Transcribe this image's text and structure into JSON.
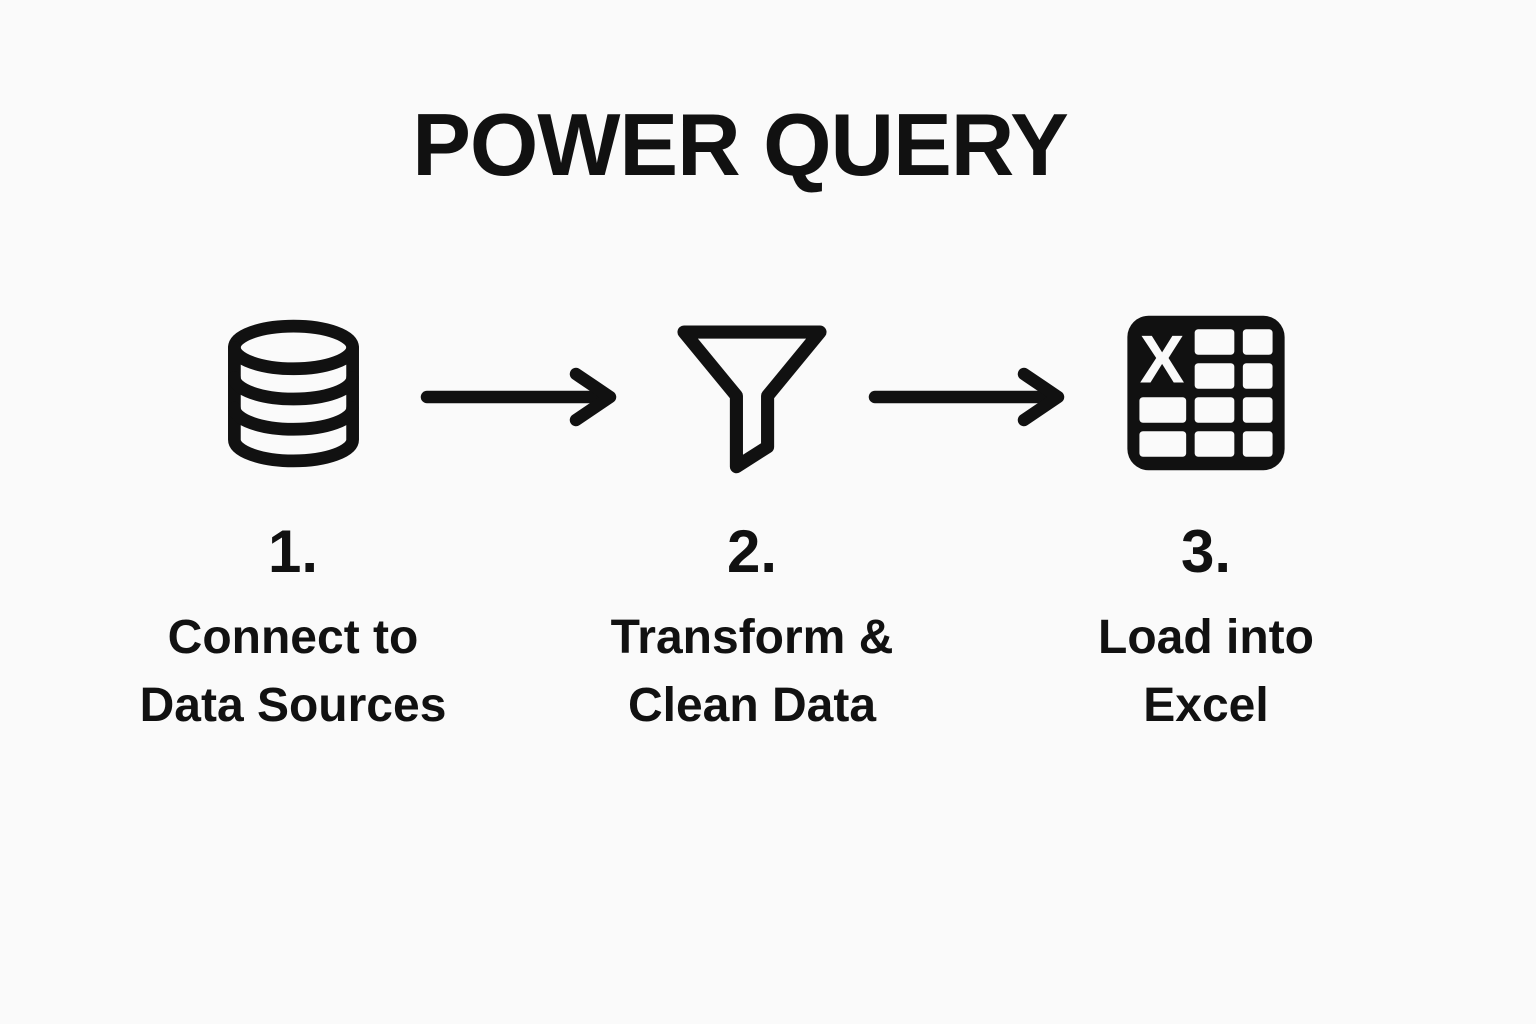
{
  "title": "POWER QUERY",
  "colors": {
    "background": "#fafafa",
    "ink": "#111111"
  },
  "steps": [
    {
      "number": "1.",
      "label_lines": [
        "Connect to",
        "Data Sources"
      ],
      "icon": "database-icon"
    },
    {
      "number": "2.",
      "label_lines": [
        "Transform &",
        "Clean Data"
      ],
      "icon": "funnel-icon"
    },
    {
      "number": "3.",
      "label_lines": [
        "Load into",
        "Excel"
      ],
      "icon": "excel-grid-icon"
    }
  ],
  "excel_icon_letter": "X",
  "arrows": [
    "right-arrow",
    "right-arrow"
  ]
}
